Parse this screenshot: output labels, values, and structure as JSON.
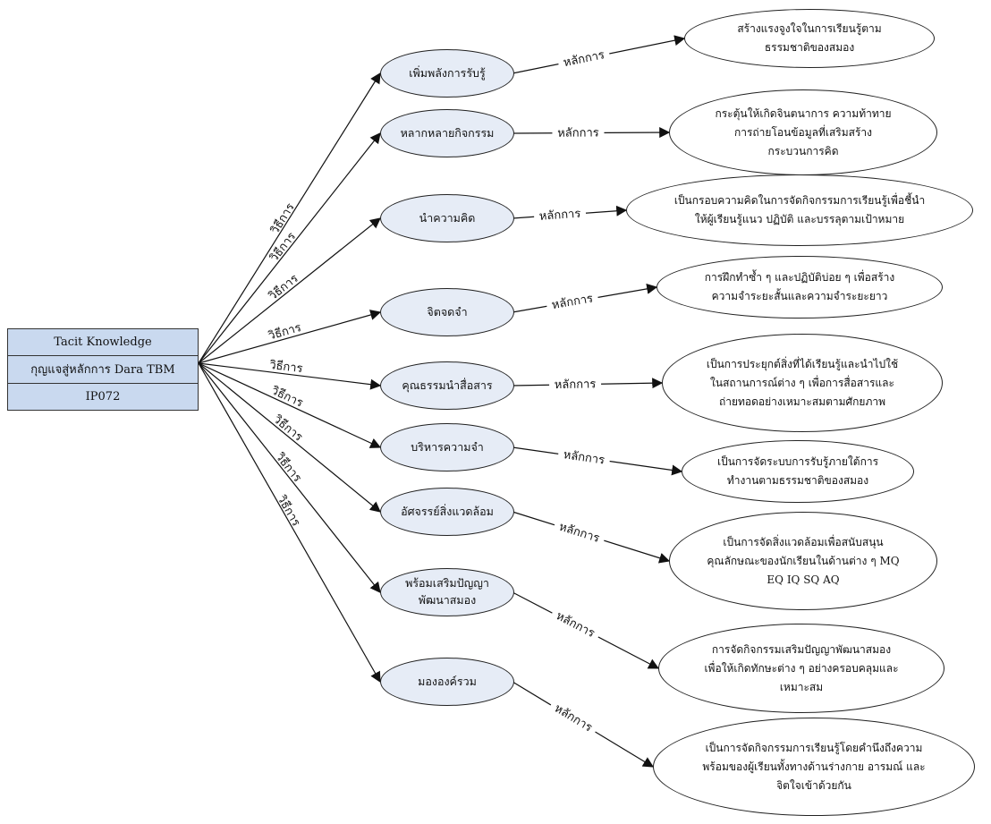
{
  "root": {
    "lines": [
      "Tacit Knowledge",
      "กุญแจสู่หลักการ Dara TBM",
      "IP072"
    ]
  },
  "edge_labels": {
    "method": "วิธีการ",
    "principle": "หลักการ"
  },
  "methods": [
    {
      "label": "เพิ่มพลังการรับรู้"
    },
    {
      "label": "หลากหลายกิจกรรม"
    },
    {
      "label": "นำความคิด"
    },
    {
      "label": "จิตจดจำ"
    },
    {
      "label": "คุณธรรมนำสื่อสาร"
    },
    {
      "label": "บริหารความจำ"
    },
    {
      "label": "อัศจรรย์สิ่งแวดล้อม"
    },
    {
      "label": "พร้อมเสริมปัญญา พัฒนาสมอง"
    },
    {
      "label": "มององค์รวม"
    }
  ],
  "principles": [
    {
      "lines": [
        "สร้างแรงจูงใจในการเรียนรู้ตาม",
        "ธรรมชาติของสมอง"
      ]
    },
    {
      "lines": [
        "กระตุ้นให้เกิดจินตนาการ ความท้าทาย",
        "การถ่ายโอนข้อมูลที่เสริมสร้าง",
        "กระบวนการคิด"
      ]
    },
    {
      "lines": [
        "เป็นกรอบความคิดในการจัดกิจกรรมการเรียนรู้เพื่อชี้นำ",
        "ให้ผู้เรียนรู้แนว ปฏิบัติ และบรรลุตามเป้าหมาย"
      ]
    },
    {
      "lines": [
        "การฝึกทำซ้ำ ๆ และปฏิบัติบ่อย ๆ เพื่อสร้าง",
        "ความจำระยะสั้นและความจำระยะยาว"
      ]
    },
    {
      "lines": [
        "เป็นการประยุกต์สิ่งที่ได้เรียนรู้และนำไปใช้",
        "ในสถานการณ์ต่าง ๆ เพื่อการสื่อสารและ",
        "ถ่ายทอดอย่างเหมาะสมตามศักยภาพ"
      ]
    },
    {
      "lines": [
        "เป็นการจัดระบบการรับรู้ภายใต้การ",
        "ทำงานตามธรรมชาติของสมอง"
      ]
    },
    {
      "lines": [
        "เป็นการจัดสิ่งแวดล้อมเพื่อสนับสนุน",
        "คุณลักษณะของนักเรียนในด้านต่าง ๆ MQ",
        "EQ IQ SQ AQ"
      ]
    },
    {
      "lines": [
        "การจัดกิจกรรมเสริมปัญญาพัฒนาสมอง",
        "เพื่อให้เกิดทักษะต่าง ๆ อย่างครอบคลุมและ",
        "เหมาะสม"
      ]
    },
    {
      "lines": [
        "เป็นการจัดกิจกรรมการเรียนรู้โดยคำนึงถึงความ",
        "พร้อมของผู้เรียนทั้งทางด้านร่างกาย อารมณ์ และ",
        "จิตใจเข้าด้วยกัน"
      ]
    }
  ],
  "colors": {
    "root_fill": "#c9d9ef",
    "method_fill": "#e6ecf6",
    "principle_fill": "#ffffff",
    "stroke": "#222222"
  }
}
